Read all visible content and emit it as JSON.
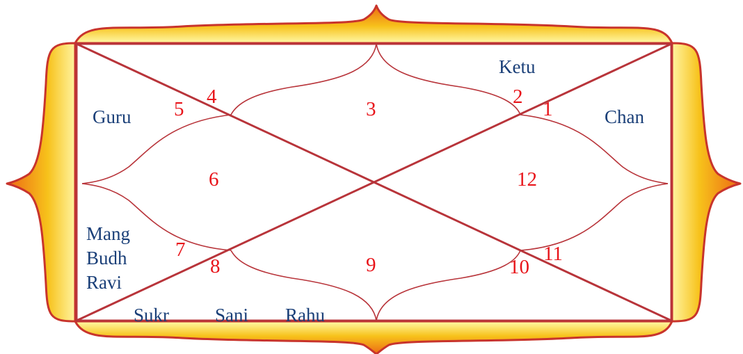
{
  "colors": {
    "frame_light": "#fff9a8",
    "frame_mid": "#f7c21b",
    "frame_dark": "#ec6a14",
    "outline": "#c8342c",
    "house_number": "#e8141a",
    "planet_text": "#1a3f78"
  },
  "houses": [
    {
      "number": "1"
    },
    {
      "number": "2"
    },
    {
      "number": "3"
    },
    {
      "number": "4"
    },
    {
      "number": "5"
    },
    {
      "number": "6"
    },
    {
      "number": "7"
    },
    {
      "number": "8"
    },
    {
      "number": "9"
    },
    {
      "number": "10"
    },
    {
      "number": "11"
    },
    {
      "number": "12"
    }
  ],
  "planets": {
    "ketu": "Ketu",
    "guru": "Guru",
    "chan": "Chan",
    "mang": "Mang",
    "budh": "Budh",
    "ravi": "Ravi",
    "sukr": "Sukr",
    "sani": "Sani",
    "rahu": "Rahu"
  }
}
